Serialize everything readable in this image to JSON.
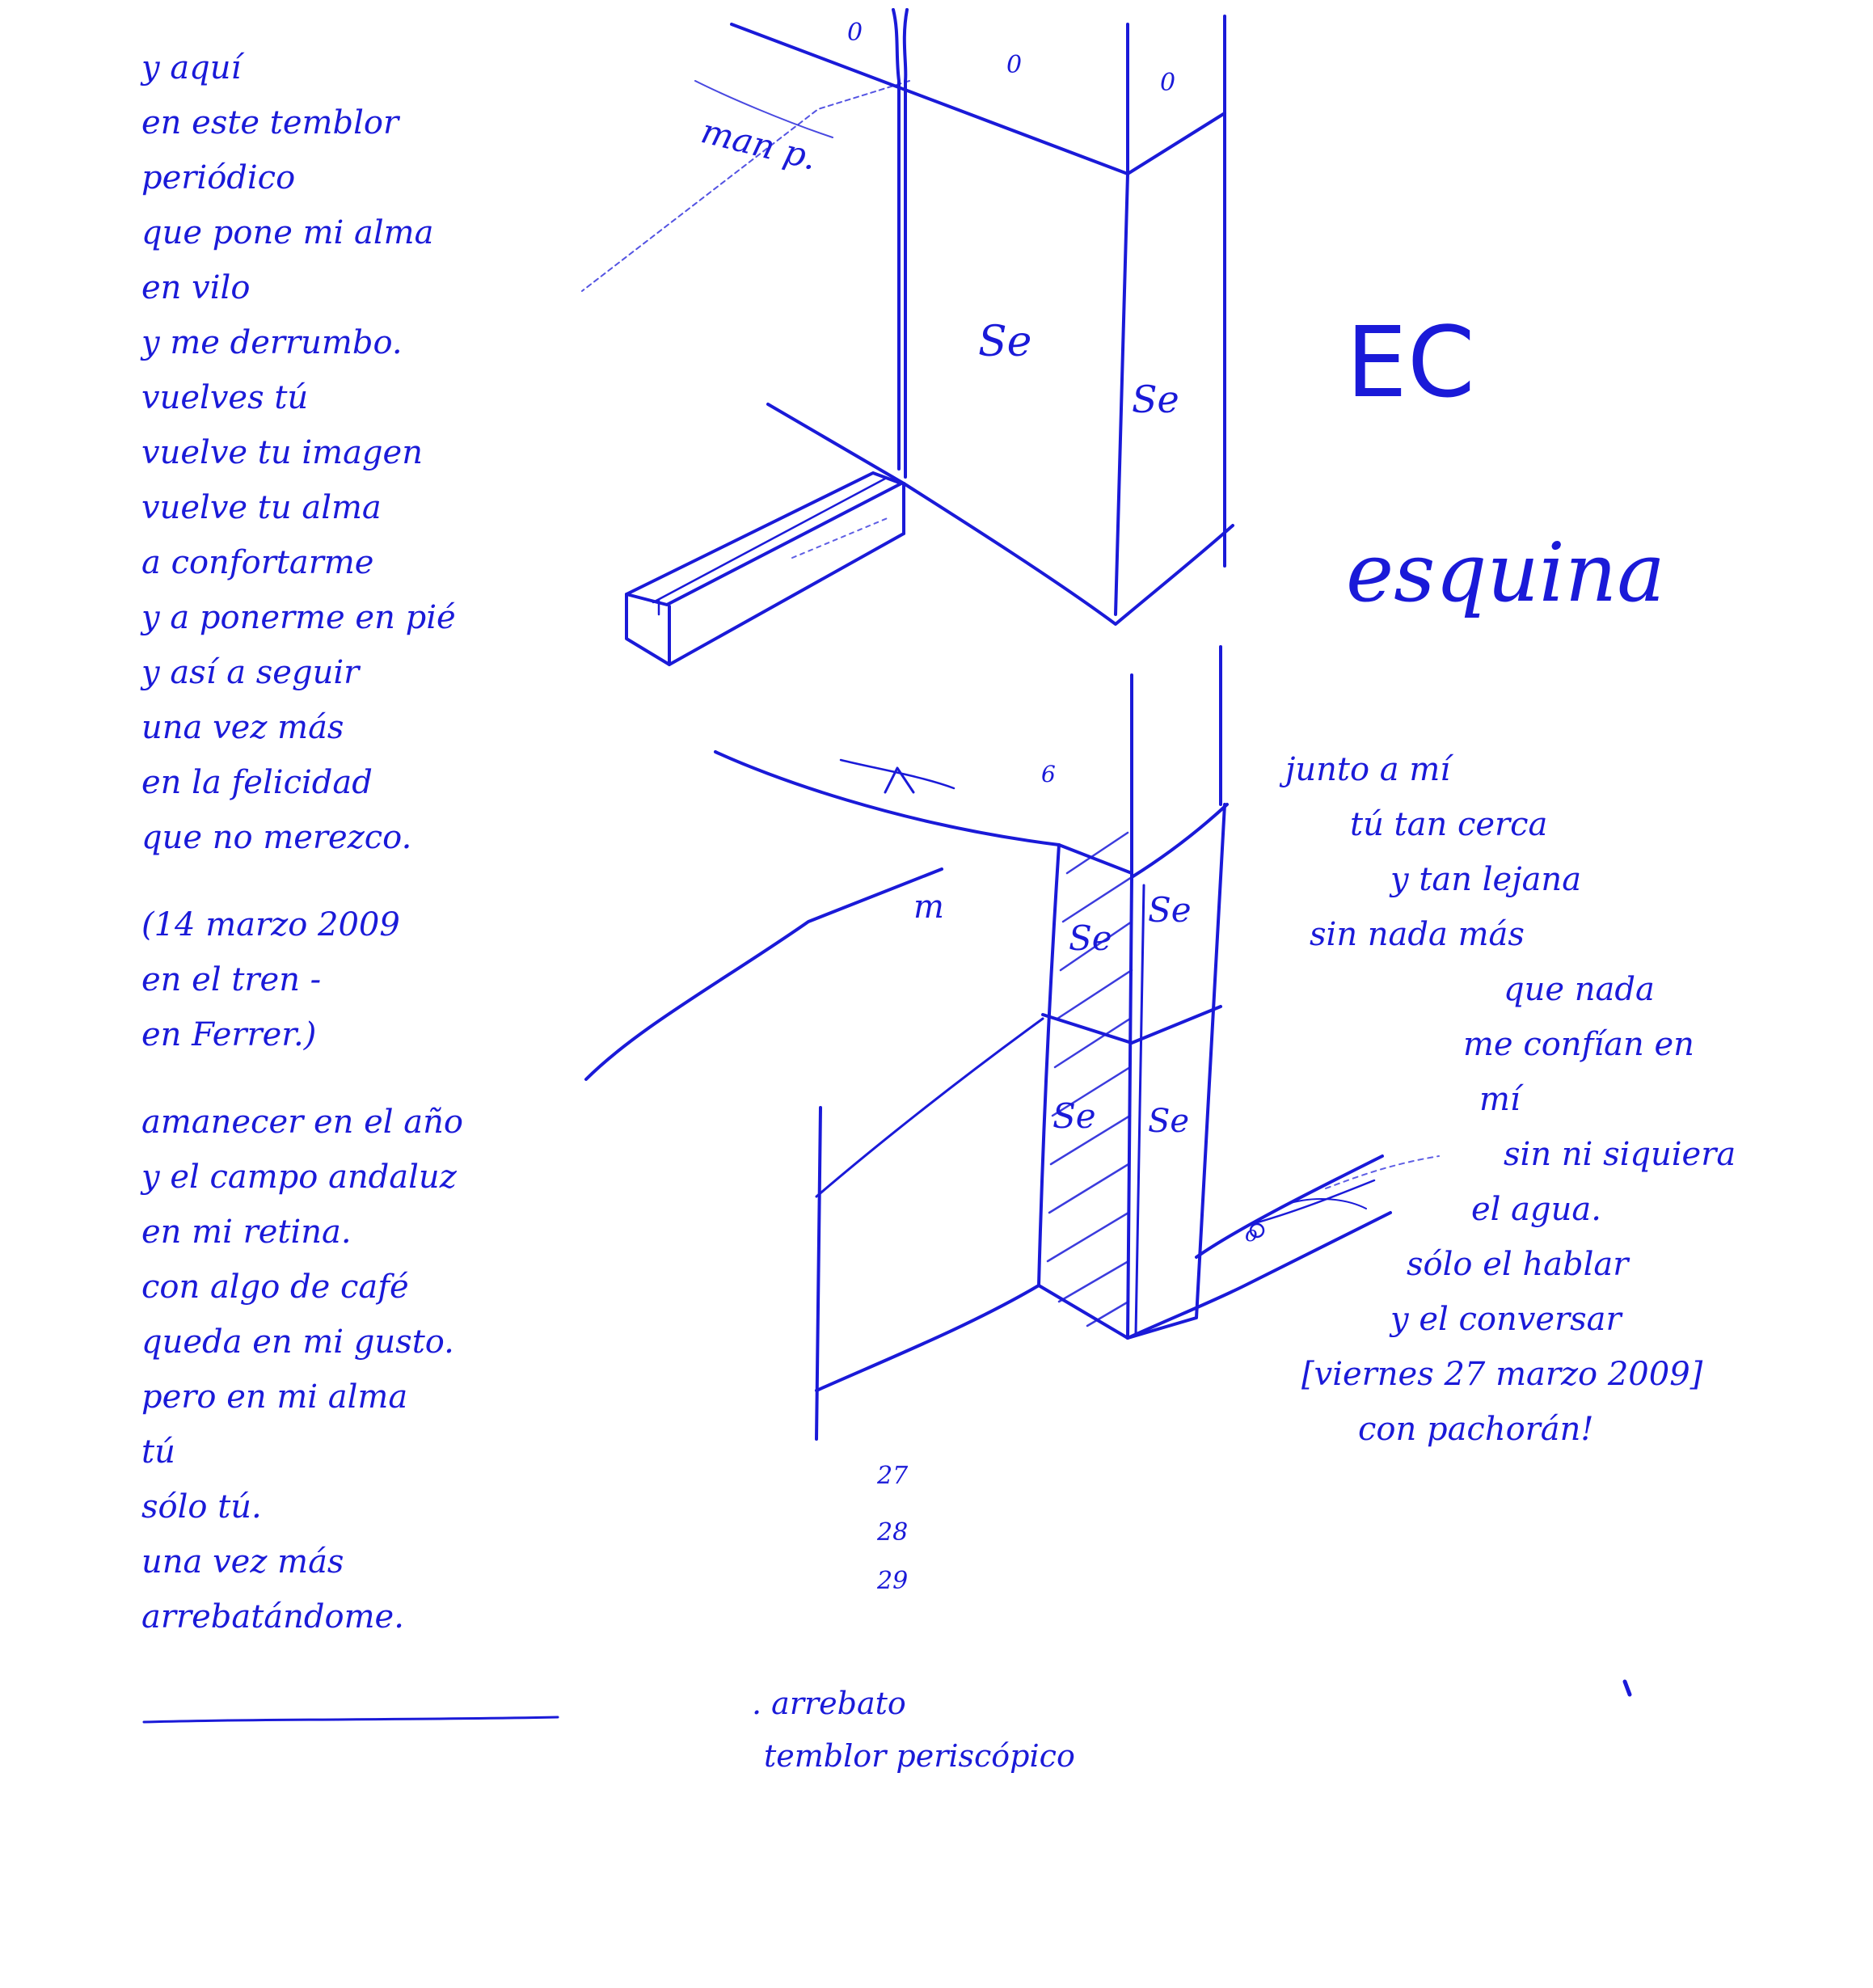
{
  "colors": {
    "ink": "#1a1ad8",
    "paper": "#ffffff"
  },
  "poem_left": {
    "stanza1": [
      "y aquí",
      "en este temblor",
      "periódico",
      "que pone mi alma",
      "en vilo",
      "y me derrumbo.",
      "vuelves tú",
      "vuelve tu imagen",
      "vuelve tu alma",
      "a confortarme",
      "y a ponerme en pié",
      "y así a seguir",
      "una vez más",
      "en la felicidad",
      "que no merezco."
    ],
    "date_note": [
      "(14 marzo 2009",
      "en el tren -",
      "en Ferrer.)"
    ],
    "stanza2": [
      "amanecer en el año",
      "y el campo andaluz",
      "en mi retina.",
      "con algo de café",
      "queda en mi gusto.",
      "pero en mi alma",
      "tú",
      "sólo tú.",
      "una vez más",
      "arrebatándome."
    ]
  },
  "poem_right": [
    "junto a mí",
    "tú tan cerca",
    "y tan lejana",
    "sin nada más",
    "que nada",
    "me confían en",
    "mí",
    "sin ni siquiera",
    "el agua.",
    "sólo el hablar",
    "y el conversar",
    "[viernes 27 marzo 2009]",
    "con pachorán!"
  ],
  "headings": {
    "ec": "EC",
    "esquina": "esquina"
  },
  "upper_sketch": {
    "marks": [
      "0",
      "0",
      "0"
    ],
    "note": "man p.",
    "faces": [
      "Se",
      "Se"
    ]
  },
  "lower_sketch": {
    "mark": "6",
    "note": "m",
    "faces": [
      "Se",
      "Se",
      "Se",
      "Se"
    ],
    "pipe_mark": "o"
  },
  "numbers": [
    "27",
    "28",
    "29"
  ],
  "footnote": [
    ". arrebato",
    "temblor periscópico"
  ]
}
